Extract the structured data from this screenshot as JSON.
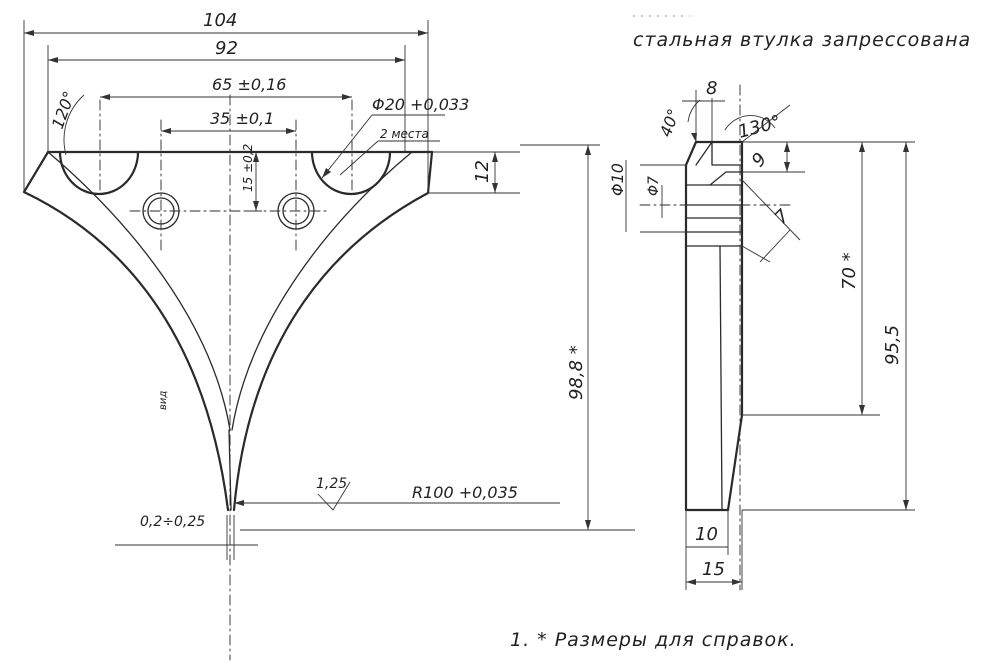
{
  "title_note": "стальная втулка запрессована",
  "footnote": "1. * Размеры для справок.",
  "front_view": {
    "dim_overall_width": "104",
    "dim_width": "92",
    "dim_holes_outer": "65 ±0,16",
    "dim_holes_inner": "35 ±0,1",
    "dim_notch_angle": "120°",
    "dim_notch_diameter": "Φ20 +0,033",
    "dim_notch_count": "2 места",
    "dim_hole_offset": "15 ±0,2",
    "dim_top_height": "12",
    "dim_total_height": "98,8 *",
    "dim_radius": "R100 +0,035",
    "dim_bevel": "1,25",
    "dim_tip_width": "0,2÷0,25",
    "side_label": "вид"
  },
  "side_view": {
    "dim_top": "8",
    "dim_angle_40": "40°",
    "dim_angle_130": "130°",
    "dim_chamfer": "9",
    "dim_bore_outer": "Φ10",
    "dim_bore_inner": "Φ7",
    "dim_bevel_7": "7",
    "dim_70": "70 *",
    "dim_95_5": "95,5",
    "dim_10": "10",
    "dim_15": "15"
  }
}
